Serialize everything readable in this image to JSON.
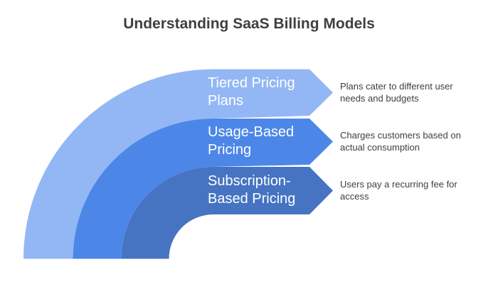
{
  "title": "Understanding SaaS Billing Models",
  "colors": {
    "title_text": "#3f3f3f",
    "label_text": "#ffffff",
    "description_text": "#3c4043"
  },
  "bands": [
    {
      "label": "Tiered Pricing Plans",
      "description": "Plans cater to different user needs and budgets",
      "color": "#93b7f4"
    },
    {
      "label": "Usage-Based Pricing",
      "description": "Charges customers based on actual consumption",
      "color": "#4c87e8"
    },
    {
      "label": "Subscription-Based Pricing",
      "description": "Users pay a recurring fee for access",
      "color": "#4674c2"
    }
  ]
}
